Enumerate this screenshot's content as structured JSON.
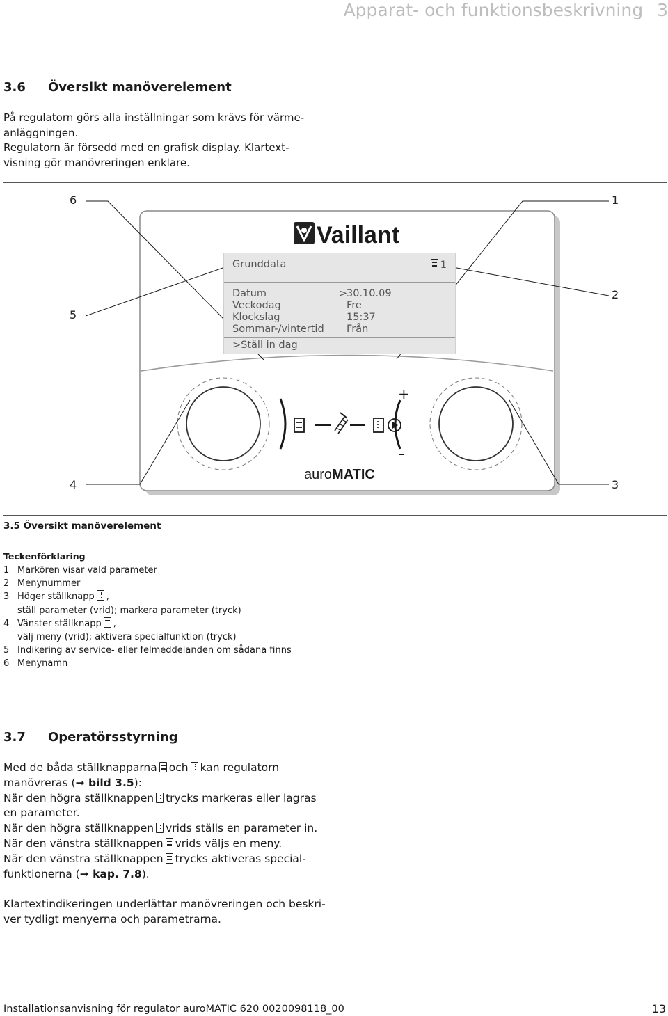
{
  "header": {
    "title": "Apparat- och funktionsbeskrivning",
    "chapter": "3"
  },
  "section36": {
    "number": "3.6",
    "title": "Översikt manöverelement",
    "lines": [
      "På regulatorn görs alla inställningar som krävs för värme-",
      "anläggningen.",
      "Regulatorn är försedd med en grafisk display. Klartext-",
      "visning gör manövreringen enklare."
    ]
  },
  "figure": {
    "callouts": [
      "1",
      "2",
      "3",
      "4",
      "5",
      "6"
    ],
    "brand": "Vaillant",
    "product": "auroMATIC",
    "product_prefix": "auro",
    "product_suffix": "MATIC",
    "plus": "+",
    "minus": "–",
    "display": {
      "title": "Grunddata",
      "menu_number": "1",
      "rows": [
        {
          "label": "Datum",
          "value": "30.10.09"
        },
        {
          "label": "Veckodag",
          "value": "Fre"
        },
        {
          "label": "Klockslag",
          "value": "15:37"
        },
        {
          "label": "Sommar-/vintertid",
          "value": "Från"
        }
      ],
      "cursor": ">",
      "footer": ">Ställ in dag"
    },
    "icons": [
      "menu-knob-icon",
      "chimney-sweep-icon",
      "parameter-knob-icon",
      "play-icon"
    ]
  },
  "caption": "3.5 Översikt manöverelement",
  "legend": {
    "title": "Teckenförklaring",
    "items": [
      {
        "n": "1",
        "text": "Markören visar vald parameter"
      },
      {
        "n": "2",
        "text": "Menynummer"
      },
      {
        "n": "3",
        "text": "Höger ställknapp",
        "after": ",",
        "cont": "ställ parameter (vrid); markera parameter (tryck)"
      },
      {
        "n": "4",
        "text": "Vänster ställknapp",
        "after": ",",
        "cont": "välj meny (vrid); aktivera specialfunktion (tryck)"
      },
      {
        "n": "5",
        "text": "Indikering av service- eller felmeddelanden om sådana finns"
      },
      {
        "n": "6",
        "text": "Menynamn"
      }
    ]
  },
  "section37": {
    "number": "3.7",
    "title": "Operatörsstyrning",
    "p1": {
      "a": "Med de båda ställknapparna",
      "b": "och",
      "c": "kan regulatorn",
      "d": "manövreras (",
      "ref": "➞ bild 3.5",
      "e": "):",
      "f": "När den högra ställknappen",
      "g": "trycks markeras eller lagras",
      "h": "en parameter.",
      "i": "När den högra ställknappen",
      "j": "vrids ställs en parameter in.",
      "k": "När den vänstra ställknappen",
      "l": "vrids väljs en meny.",
      "m": "När den vänstra ställknappen",
      "n": "trycks aktiveras special-",
      "o": "funktionerna (",
      "ref2": "➞ kap. 7.8",
      "p": ")."
    },
    "p2": [
      "Klartextindikeringen underlättar manövreringen och beskri-",
      "ver tydligt menyerna och parametrarna."
    ]
  },
  "footer": {
    "text": "Installationsanvisning för regulator auroMATIC 620 0020098118_00",
    "page": "13"
  }
}
